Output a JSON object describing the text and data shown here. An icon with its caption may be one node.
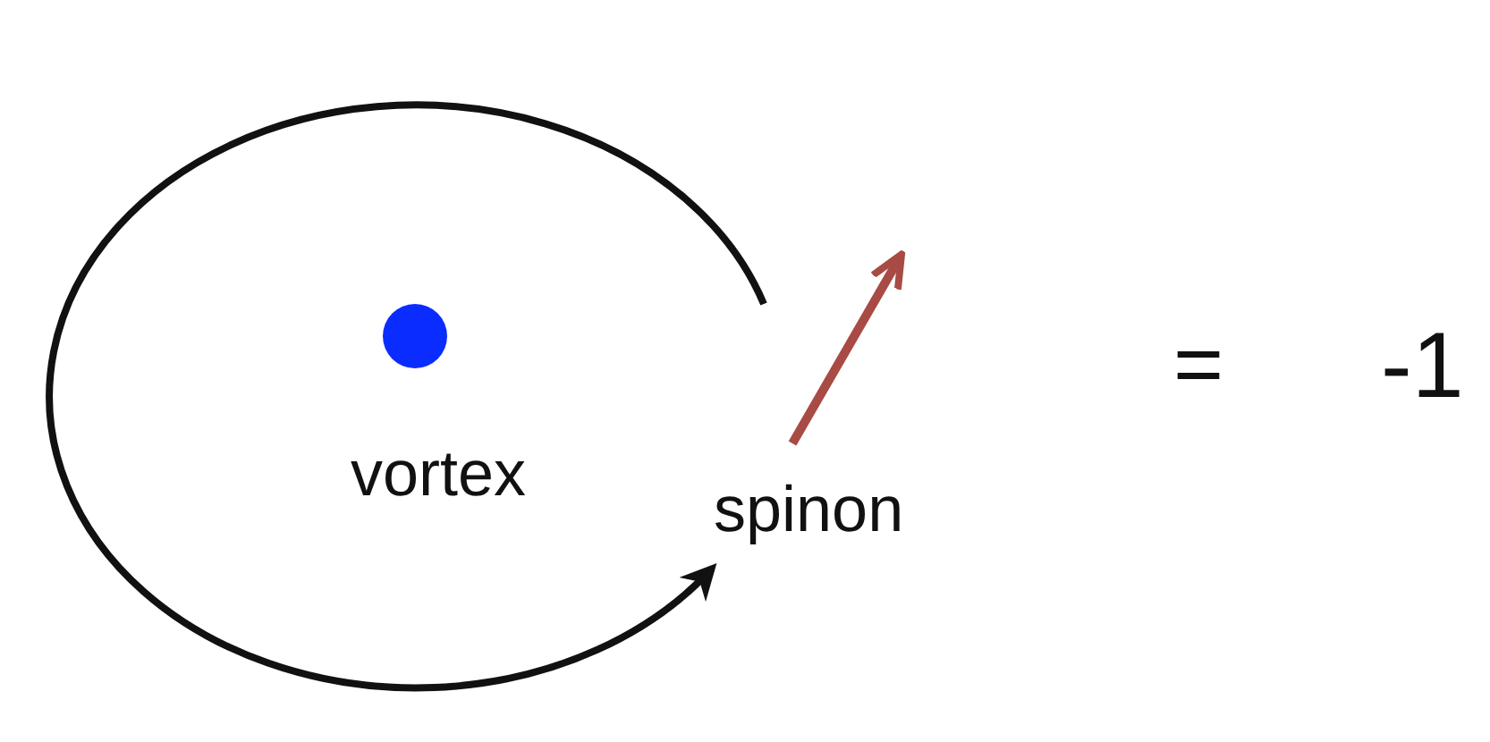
{
  "diagram": {
    "labels": [
      "vortex",
      "spinon",
      "=",
      "-1"
    ]
  }
}
